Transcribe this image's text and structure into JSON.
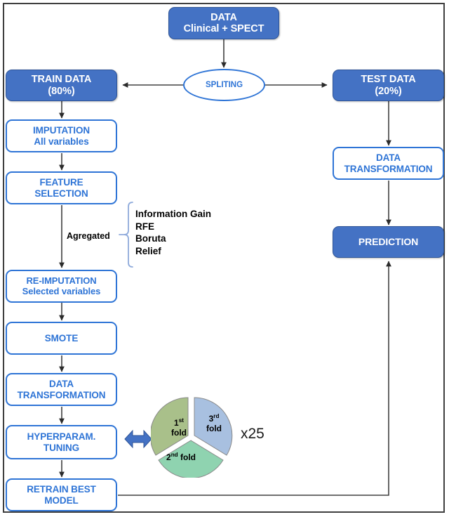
{
  "diagram": {
    "title": "Machine learning pipeline flowchart",
    "colors": {
      "filled_fill": "#4472C4",
      "filled_border": "#2F5597",
      "outlined_border": "#2E74D6",
      "outlined_text": "#2E74D6",
      "frame_border": "#3f3f3f",
      "arrow": "#404040",
      "bracket": "#8EAADB",
      "fold1": "#A9C08A",
      "fold2": "#8FD3B0",
      "fold3": "#A8C0E0",
      "double_arrow": "#4472C4"
    },
    "nodes": {
      "data": {
        "line1": "DATA",
        "line2": "Clinical + SPECT"
      },
      "spliting": {
        "label": "SPLITING"
      },
      "train_data": {
        "line1": "TRAIN DATA",
        "line2": "(80%)"
      },
      "test_data": {
        "line1": "TEST DATA",
        "line2": "(20%)"
      },
      "imputation": {
        "line1": "IMPUTATION",
        "line2": "All variables"
      },
      "feature_selection": {
        "line1": "FEATURE",
        "line2": "SELECTION"
      },
      "re_imputation": {
        "line1": "RE-IMPUTATION",
        "line2": "Selected variables"
      },
      "smote": {
        "line1": "SMOTE"
      },
      "data_transformation_left": {
        "line1": "DATA",
        "line2": "TRANSFORMATION"
      },
      "hyperparam_tuning": {
        "line1": "HYPERPARAM.",
        "line2": "TUNING"
      },
      "retrain_best_model": {
        "line1": "RETRAIN BEST",
        "line2": "MODEL"
      },
      "data_transformation_right": {
        "line1": "DATA",
        "line2": "TRANSFORMATION"
      },
      "prediction": {
        "line1": "PREDICTION"
      }
    },
    "annotations": {
      "agregated": "Agregated",
      "methods": [
        "Information Gain",
        "RFE",
        "Boruta",
        "Relief"
      ],
      "repeat_count": "x25"
    },
    "cv_pie": {
      "fold1_line1": "1",
      "fold1_sup": "st",
      "fold1_line2": "fold",
      "fold2_text": "2",
      "fold2_sup": "nd",
      "fold2_suffix": " fold",
      "fold3_line1": "3",
      "fold3_sup": "rd",
      "fold3_line2": "fold"
    }
  }
}
